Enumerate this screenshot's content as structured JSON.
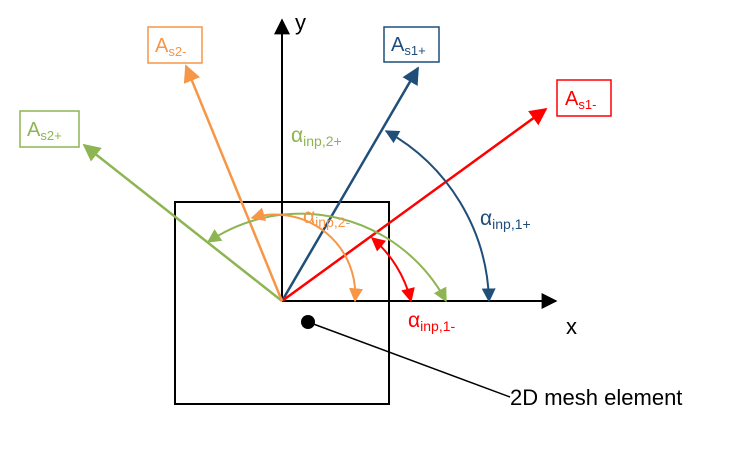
{
  "axes": {
    "x_label": "x",
    "y_label": "y"
  },
  "vectors": {
    "as1plus": {
      "main": "A",
      "sub": "s1+"
    },
    "as1minus": {
      "main": "A",
      "sub": "s1-"
    },
    "as2plus": {
      "main": "A",
      "sub": "s2+"
    },
    "as2minus": {
      "main": "A",
      "sub": "s2-"
    }
  },
  "angles": {
    "inp1plus": {
      "main": "α",
      "sub": "inp,1+"
    },
    "inp1minus": {
      "main": "α",
      "sub": "inp,1-"
    },
    "inp2plus": {
      "main": "α",
      "sub": "inp,2+"
    },
    "inp2minus": {
      "main": "α",
      "sub": "inp,2-"
    }
  },
  "caption": "2D mesh element",
  "colors": {
    "blue": "#1f4e79",
    "red": "#ff0000",
    "green": "#8db552",
    "orange": "#f79646",
    "black": "#000000"
  }
}
